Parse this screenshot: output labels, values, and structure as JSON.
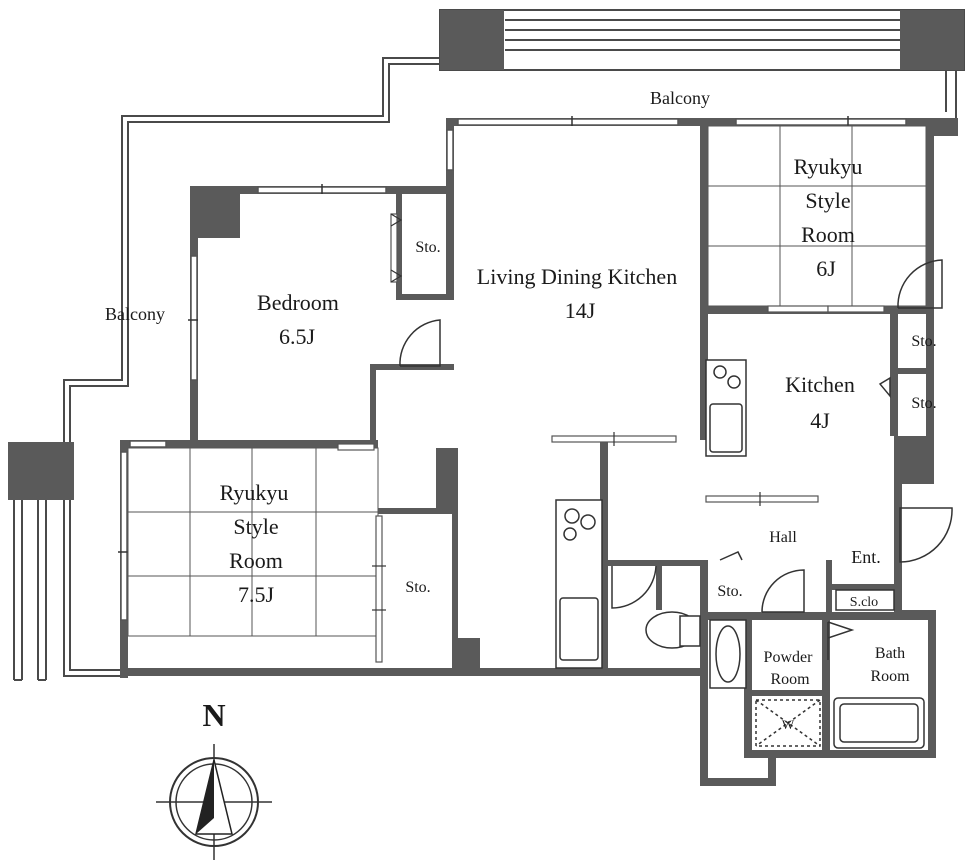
{
  "labels": {
    "balcony_top": "Balcony",
    "balcony_left": "Balcony",
    "ldk_name": "Living Dining Kitchen",
    "ldk_size": "14J",
    "bedroom_name": "Bedroom",
    "bedroom_size": "6.5J",
    "ryukyu_ne_l1": "Ryukyu",
    "ryukyu_ne_l2": "Style",
    "ryukyu_ne_l3": "Room",
    "ryukyu_ne_size": "6J",
    "ryukyu_sw_l1": "Ryukyu",
    "ryukyu_sw_l2": "Style",
    "ryukyu_sw_l3": "Room",
    "ryukyu_sw_size": "7.5J",
    "kitchen_name": "Kitchen",
    "kitchen_size": "4J",
    "hall": "Hall",
    "entrance": "Ent.",
    "shoe_closet": "S.clo",
    "powder_l1": "Powder",
    "powder_l2": "Room",
    "bath_l1": "Bath",
    "bath_l2": "Room",
    "washer": "W",
    "storage_bedroom": "Sto.",
    "storage_sw": "Sto.",
    "storage_kitchen_1": "Sto.",
    "storage_kitchen_2": "Sto.",
    "storage_hall": "Sto.",
    "north": "N"
  }
}
